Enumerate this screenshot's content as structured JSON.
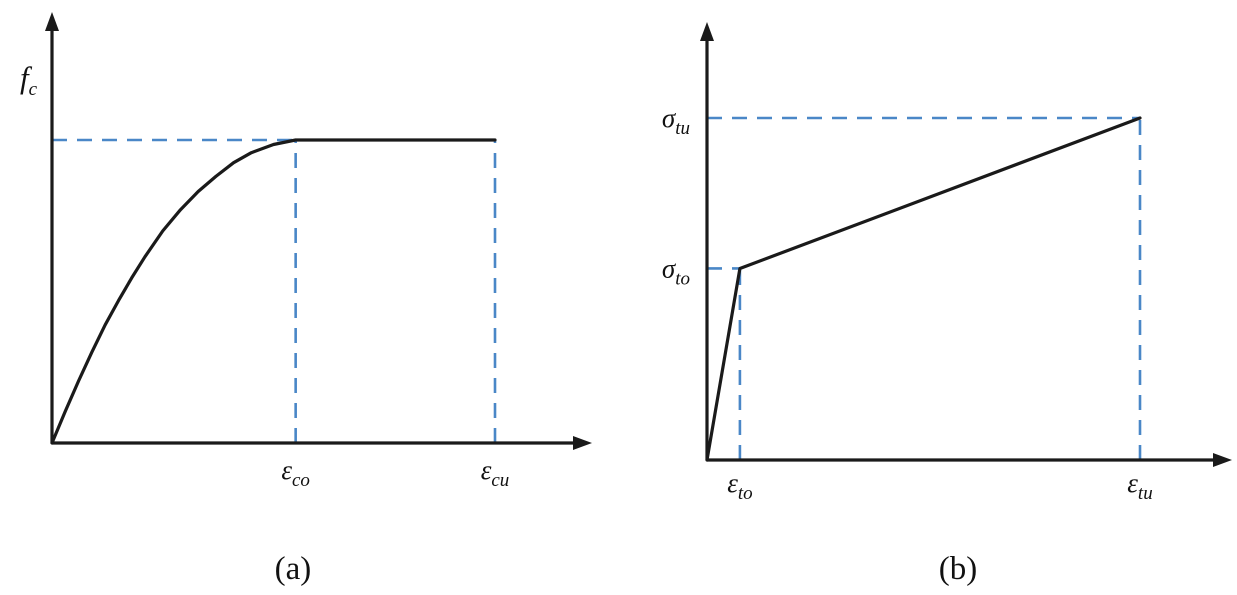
{
  "figure": {
    "background": "#ffffff",
    "axis_color": "#1a1a1a",
    "curve_color": "#1a1a1a",
    "guide_color": "#4a87c7"
  },
  "chart_data": [
    {
      "id": "a",
      "type": "line",
      "caption": "(a)",
      "title": "",
      "y_axis_label": {
        "base": "f",
        "sub": "c"
      },
      "x_ticks": [
        {
          "base": "ε",
          "sub": "co",
          "x": 0.55
        },
        {
          "base": "ε",
          "sub": "cu",
          "x": 1.0
        }
      ],
      "y_ticks": [],
      "series": [
        {
          "name": "compression-stress-strain-curve",
          "points": [
            [
              0,
              0
            ],
            [
              0.03,
              0.105
            ],
            [
              0.06,
              0.205
            ],
            [
              0.09,
              0.3
            ],
            [
              0.12,
              0.39
            ],
            [
              0.15,
              0.47
            ],
            [
              0.18,
              0.545
            ],
            [
              0.21,
              0.615
            ],
            [
              0.25,
              0.7
            ],
            [
              0.29,
              0.77
            ],
            [
              0.33,
              0.83
            ],
            [
              0.37,
              0.88
            ],
            [
              0.41,
              0.925
            ],
            [
              0.45,
              0.958
            ],
            [
              0.5,
              0.985
            ],
            [
              0.55,
              1.0
            ],
            [
              1.0,
              1.0
            ]
          ]
        }
      ],
      "guides": {
        "horizontal": [
          {
            "y": 1.0,
            "x_from": 0,
            "x_to": 0.55
          }
        ],
        "vertical": [
          {
            "x": 0.55,
            "y_from": 0,
            "y_to": 1.0
          },
          {
            "x": 1.0,
            "y_from": 0,
            "y_to": 1.0
          }
        ]
      },
      "axes": {
        "xlim": [
          0,
          1.2
        ],
        "ylim": [
          0,
          1.35
        ],
        "grid": false
      }
    },
    {
      "id": "b",
      "type": "line",
      "caption": "(b)",
      "title": "",
      "y_axis_label": null,
      "x_ticks": [
        {
          "base": "ε",
          "sub": "to",
          "x": 0.076
        },
        {
          "base": "ε",
          "sub": "tu",
          "x": 1.0
        }
      ],
      "y_ticks": [
        {
          "base": "σ",
          "sub": "tu",
          "y": 1.0
        },
        {
          "base": "σ",
          "sub": "to",
          "y": 0.56
        }
      ],
      "series": [
        {
          "name": "tension-bilinear-curve",
          "points": [
            [
              0,
              0
            ],
            [
              0.076,
              0.56
            ],
            [
              1.0,
              1.0
            ]
          ]
        }
      ],
      "guides": {
        "horizontal": [
          {
            "y": 1.0,
            "x_from": 0,
            "x_to": 1.0
          },
          {
            "y": 0.56,
            "x_from": 0,
            "x_to": 0.076
          }
        ],
        "vertical": [
          {
            "x": 0.076,
            "y_from": 0,
            "y_to": 0.56
          },
          {
            "x": 1.0,
            "y_from": 0,
            "y_to": 1.0
          }
        ]
      },
      "axes": {
        "xlim": [
          0,
          1.2
        ],
        "ylim": [
          0,
          1.25
        ],
        "grid": false
      }
    }
  ]
}
